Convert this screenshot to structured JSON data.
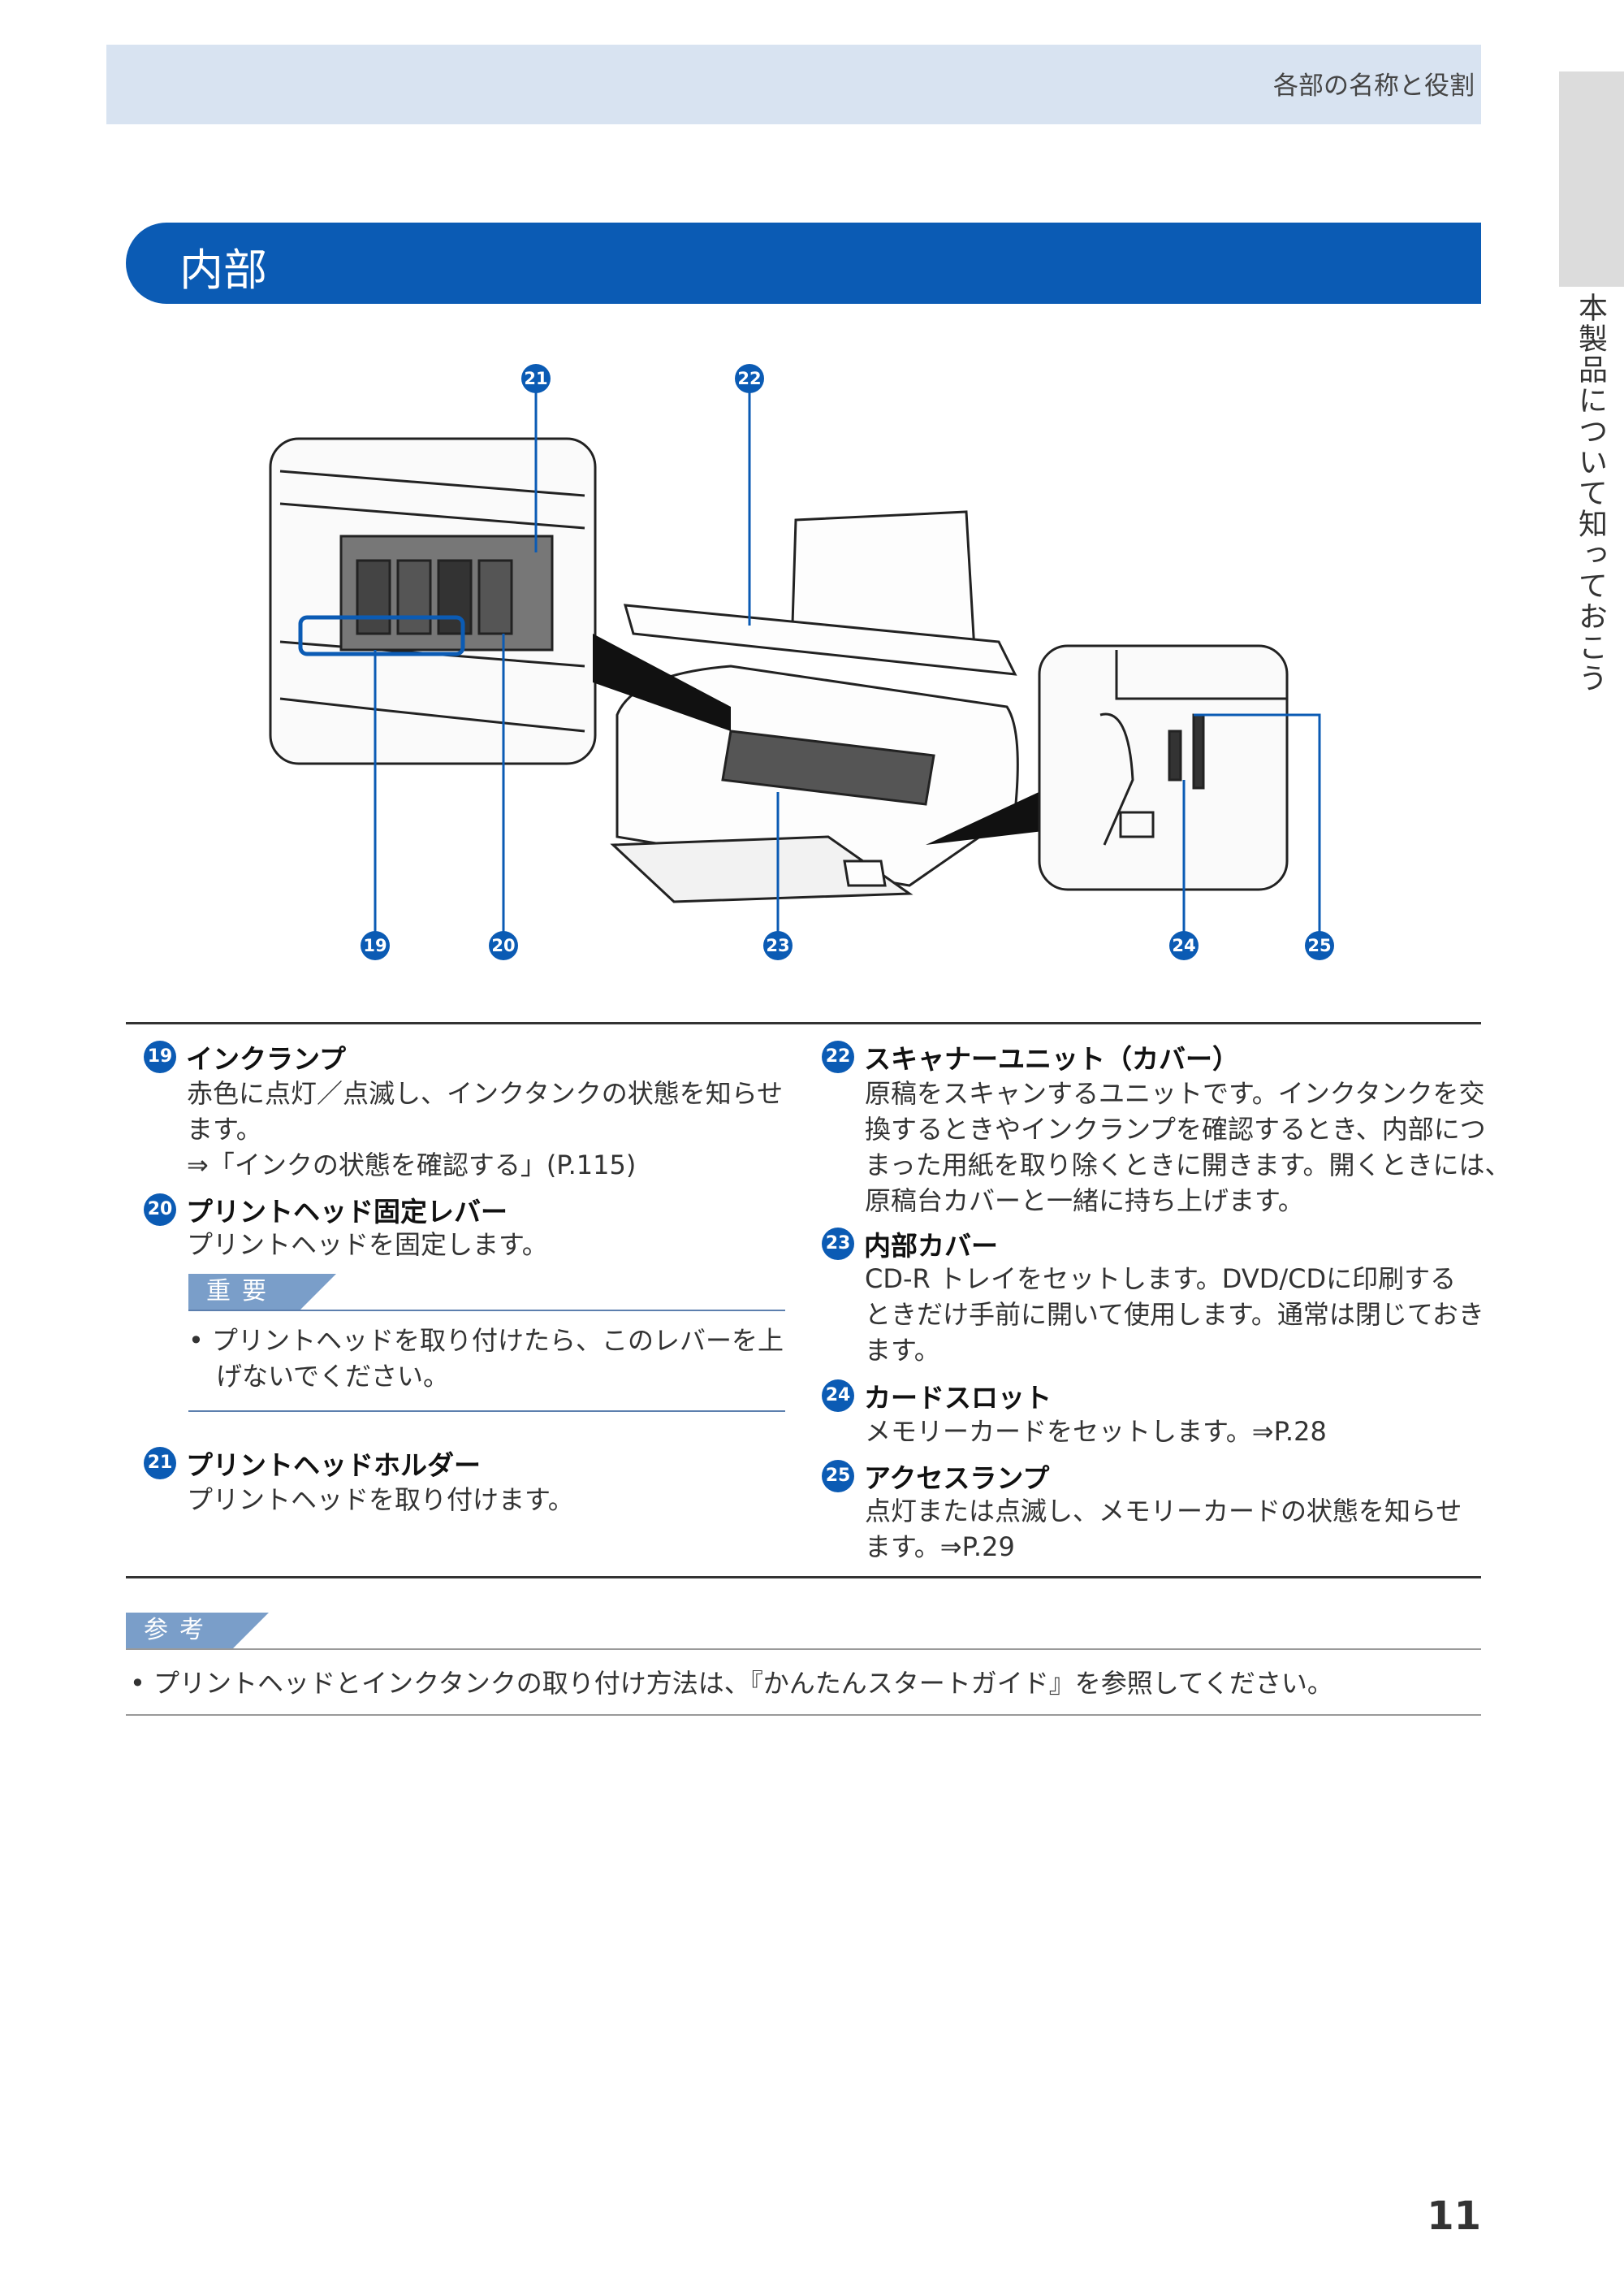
{
  "header": {
    "title": "各部の名称と役割"
  },
  "side_tab": {
    "label": "本製品について知っておこう"
  },
  "section": {
    "title": "内部"
  },
  "figure": {
    "callouts": [
      "21",
      "22",
      "19",
      "20",
      "23",
      "24",
      "25"
    ]
  },
  "parts_left": [
    {
      "num": "19",
      "title": "インクランプ",
      "lines": [
        "赤色に点灯／点滅し、インクタンクの状態を知らせ",
        "ます。",
        "⇒「インクの状態を確認する」(P.115)"
      ]
    },
    {
      "num": "20",
      "title": "プリントヘッド固定レバー",
      "lines": [
        "プリントヘッドを固定します。"
      ]
    },
    {
      "num": "21",
      "title": "プリントヘッドホルダー",
      "lines": [
        "プリントヘッドを取り付けます。"
      ]
    }
  ],
  "important": {
    "label": "重要",
    "bullet": "•",
    "lines": [
      "プリントヘッドを取り付けたら、このレバーを上",
      "げないでください。"
    ]
  },
  "parts_right": [
    {
      "num": "22",
      "title": "スキャナーユニット（カバー）",
      "lines": [
        "原稿をスキャンするユニットです。インクタンクを交",
        "換するときやインクランプを確認するとき、内部につ",
        "まった用紙を取り除くときに開きます。開くときには、",
        "原稿台カバーと一緒に持ち上げます。"
      ]
    },
    {
      "num": "23",
      "title": "内部カバー",
      "lines": [
        "CD-R トレイをセットします。DVD/CDに印刷する",
        "ときだけ手前に開いて使用します。通常は閉じておき",
        "ます。"
      ]
    },
    {
      "num": "24",
      "title": "カードスロット",
      "lines": [
        "メモリーカードをセットします。⇒P.28"
      ]
    },
    {
      "num": "25",
      "title": "アクセスランプ",
      "lines": [
        "点灯または点滅し、メモリーカードの状態を知らせ",
        "ます。⇒P.29"
      ]
    }
  ],
  "note": {
    "label": "参考",
    "bullet": "•",
    "text": "プリントヘッドとインクタンクの取り付け方法は、『かんたんスタートガイド』を参照してください。"
  },
  "page": {
    "number": "11"
  }
}
